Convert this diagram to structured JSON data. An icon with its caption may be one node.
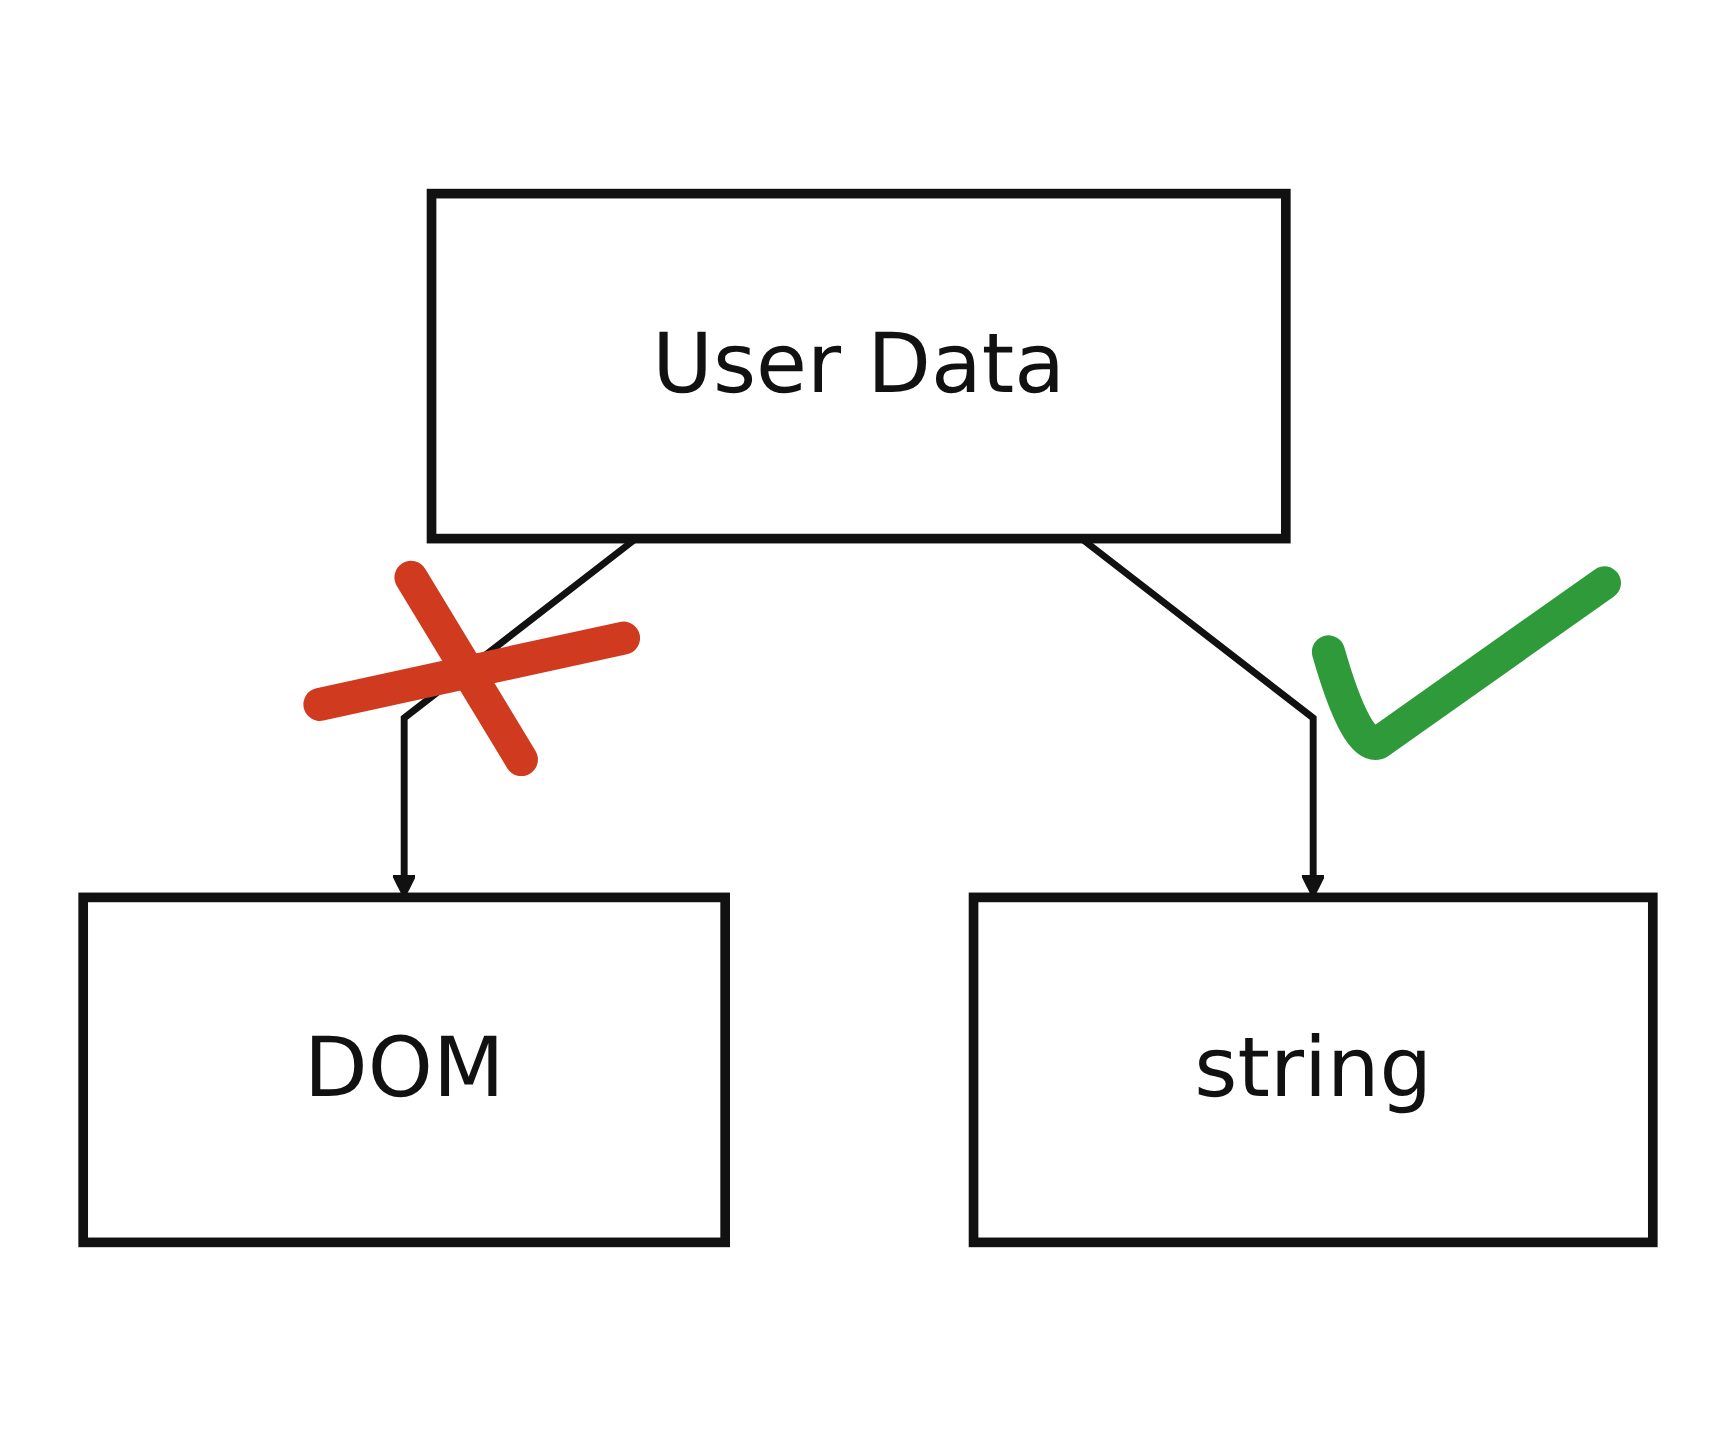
{
  "diagram": {
    "nodes": [
      {
        "text": [
          "User Data"
        ]
      },
      {
        "text": [
          "DOM"
        ]
      },
      {
        "text": [
          "string"
        ]
      }
    ],
    "edges": [
      {
        "from": 0,
        "to": 1,
        "arrow": "to"
      },
      {
        "from": 0,
        "to": 2,
        "arrow": "to"
      }
    ]
  }
}
